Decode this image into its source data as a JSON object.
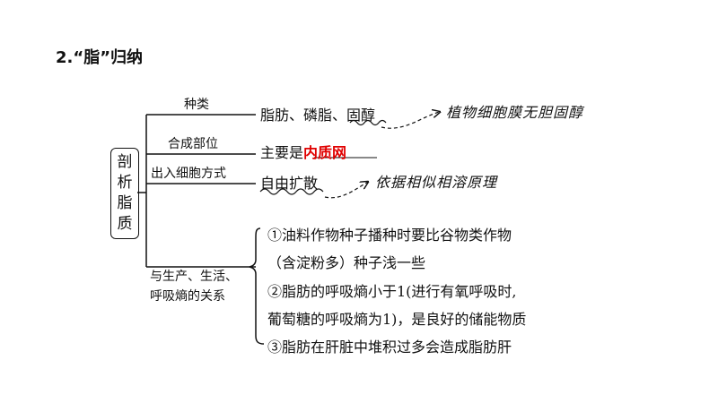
{
  "heading": "2.“脂”归纳",
  "root": {
    "chars": [
      "剖",
      "析",
      "脂",
      "质"
    ]
  },
  "branches": [
    {
      "label": "种类",
      "value": "脂肪、磷脂、固醇",
      "note": "植物细胞膜无胆固醇"
    },
    {
      "label": "合成部位",
      "value": "主要是",
      "answer": "内质网"
    },
    {
      "label": "出入细胞方式",
      "value": "自由扩散",
      "note": "依据相似相溶原理"
    },
    {
      "label_lines": [
        "与生产、生活、",
        "呼吸熵的关系"
      ],
      "items": [
        "①油料作物种子播种时要比谷物类作物",
        "（含淀粉多）种子浅一些",
        "②脂肪的呼吸熵小于1(进行有氧呼吸时,",
        "葡萄糖的呼吸熵为1)，是良好的储能物质",
        "③脂肪在肝脏中堆积过多会造成脂肪肝"
      ]
    }
  ],
  "colors": {
    "text": "#111111",
    "highlight": "#e00000"
  }
}
